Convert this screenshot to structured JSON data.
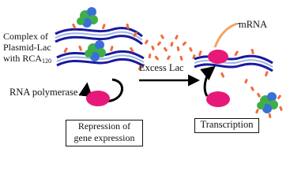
{
  "labels": {
    "complex_line1": "Complex of",
    "complex_line2": "Plasmid-Lac",
    "complex_line3_main": "with RCA",
    "complex_line3_sub": "120",
    "rna_polymerase": "RNA polymerase",
    "excess_lac": "Excess Lac",
    "mrna": "mRNA",
    "repression_line1": "Repression of",
    "repression_line2": "gene expression",
    "transcription": "Transcription"
  },
  "colors": {
    "dna_strand": "#1a1a9e",
    "dna_inner": "#9fb6e4",
    "lac_sugar": "#f26b3a",
    "rna_polymerase": "#e6197a",
    "mrna": "#f5a35c",
    "lectin_green": "#3fae49",
    "lectin_blue": "#3a6fd8",
    "arrow": "#000000"
  }
}
